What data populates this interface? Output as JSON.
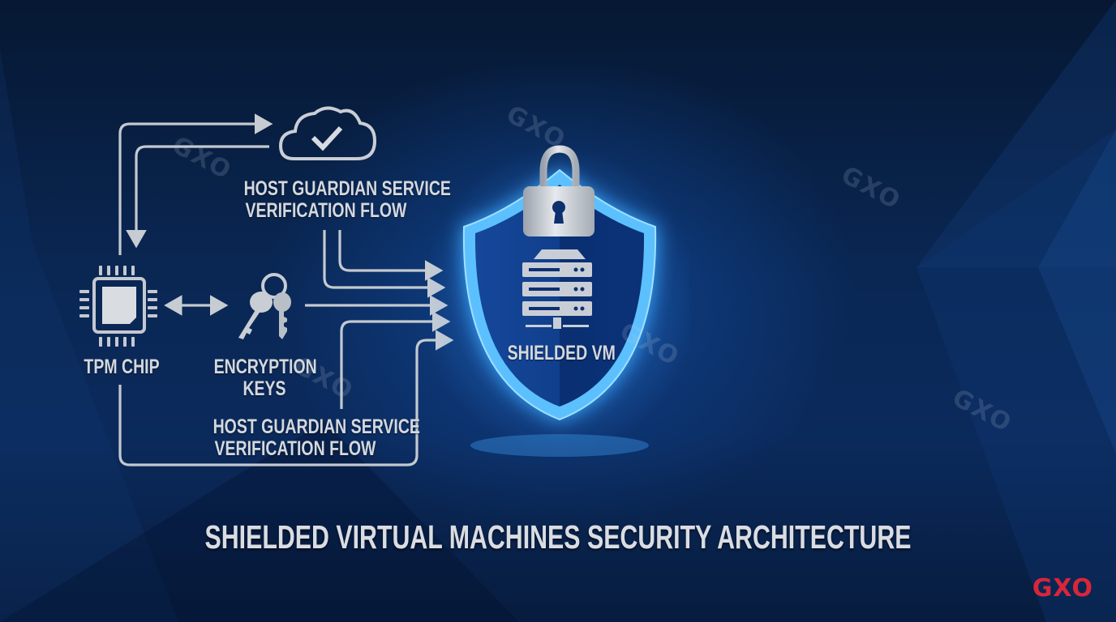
{
  "diagram": {
    "title": "SHIELDED VIRTUAL MACHINES SECURITY ARCHITECTURE",
    "nodes": {
      "hgs_top": {
        "icon": "cloud-check-icon",
        "label_lines": [
          "HOST GUARDIAN SERVICE",
          "VERIFICATION FLOW"
        ]
      },
      "tpm": {
        "icon": "chip-icon",
        "label": "TPM CHIP"
      },
      "keys": {
        "icon": "keys-icon",
        "label_lines": [
          "ENCRYPTION",
          "KEYS"
        ]
      },
      "hgs_bottom": {
        "label_lines": [
          "HOST GUARDIAN SERVICE",
          "VERIFICATION FLOW"
        ]
      },
      "shielded_vm": {
        "icons": [
          "padlock-icon",
          "shield-icon",
          "server-stack-icon"
        ],
        "label": "SHIELDED VM"
      }
    },
    "edges": [
      {
        "from": "tpm",
        "to": "hgs_top",
        "type": "arrow"
      },
      {
        "from": "hgs_top",
        "to": "tpm",
        "type": "arrow"
      },
      {
        "from": "tpm",
        "to": "keys",
        "type": "bidirectional-arrow"
      },
      {
        "from": "hgs_top",
        "to": "shielded_vm",
        "type": "arrow",
        "count": 2
      },
      {
        "from": "keys",
        "to": "shielded_vm",
        "type": "arrow"
      },
      {
        "from": "hgs_bottom",
        "to": "shielded_vm",
        "type": "arrow"
      },
      {
        "from": "tpm",
        "to": "shielded_vm",
        "type": "arrow"
      }
    ]
  },
  "watermarks": [
    "GXO",
    "GXO",
    "GXO",
    "GXO",
    "GXO",
    "GXO"
  ],
  "brand": {
    "text": "GXO",
    "color": "#d8263a"
  },
  "colors": {
    "background": "#0a2754",
    "line_silver": "#c4c9d0",
    "shield_glow": "#3aa8ff",
    "shield_fill": "#0d3c8c"
  }
}
